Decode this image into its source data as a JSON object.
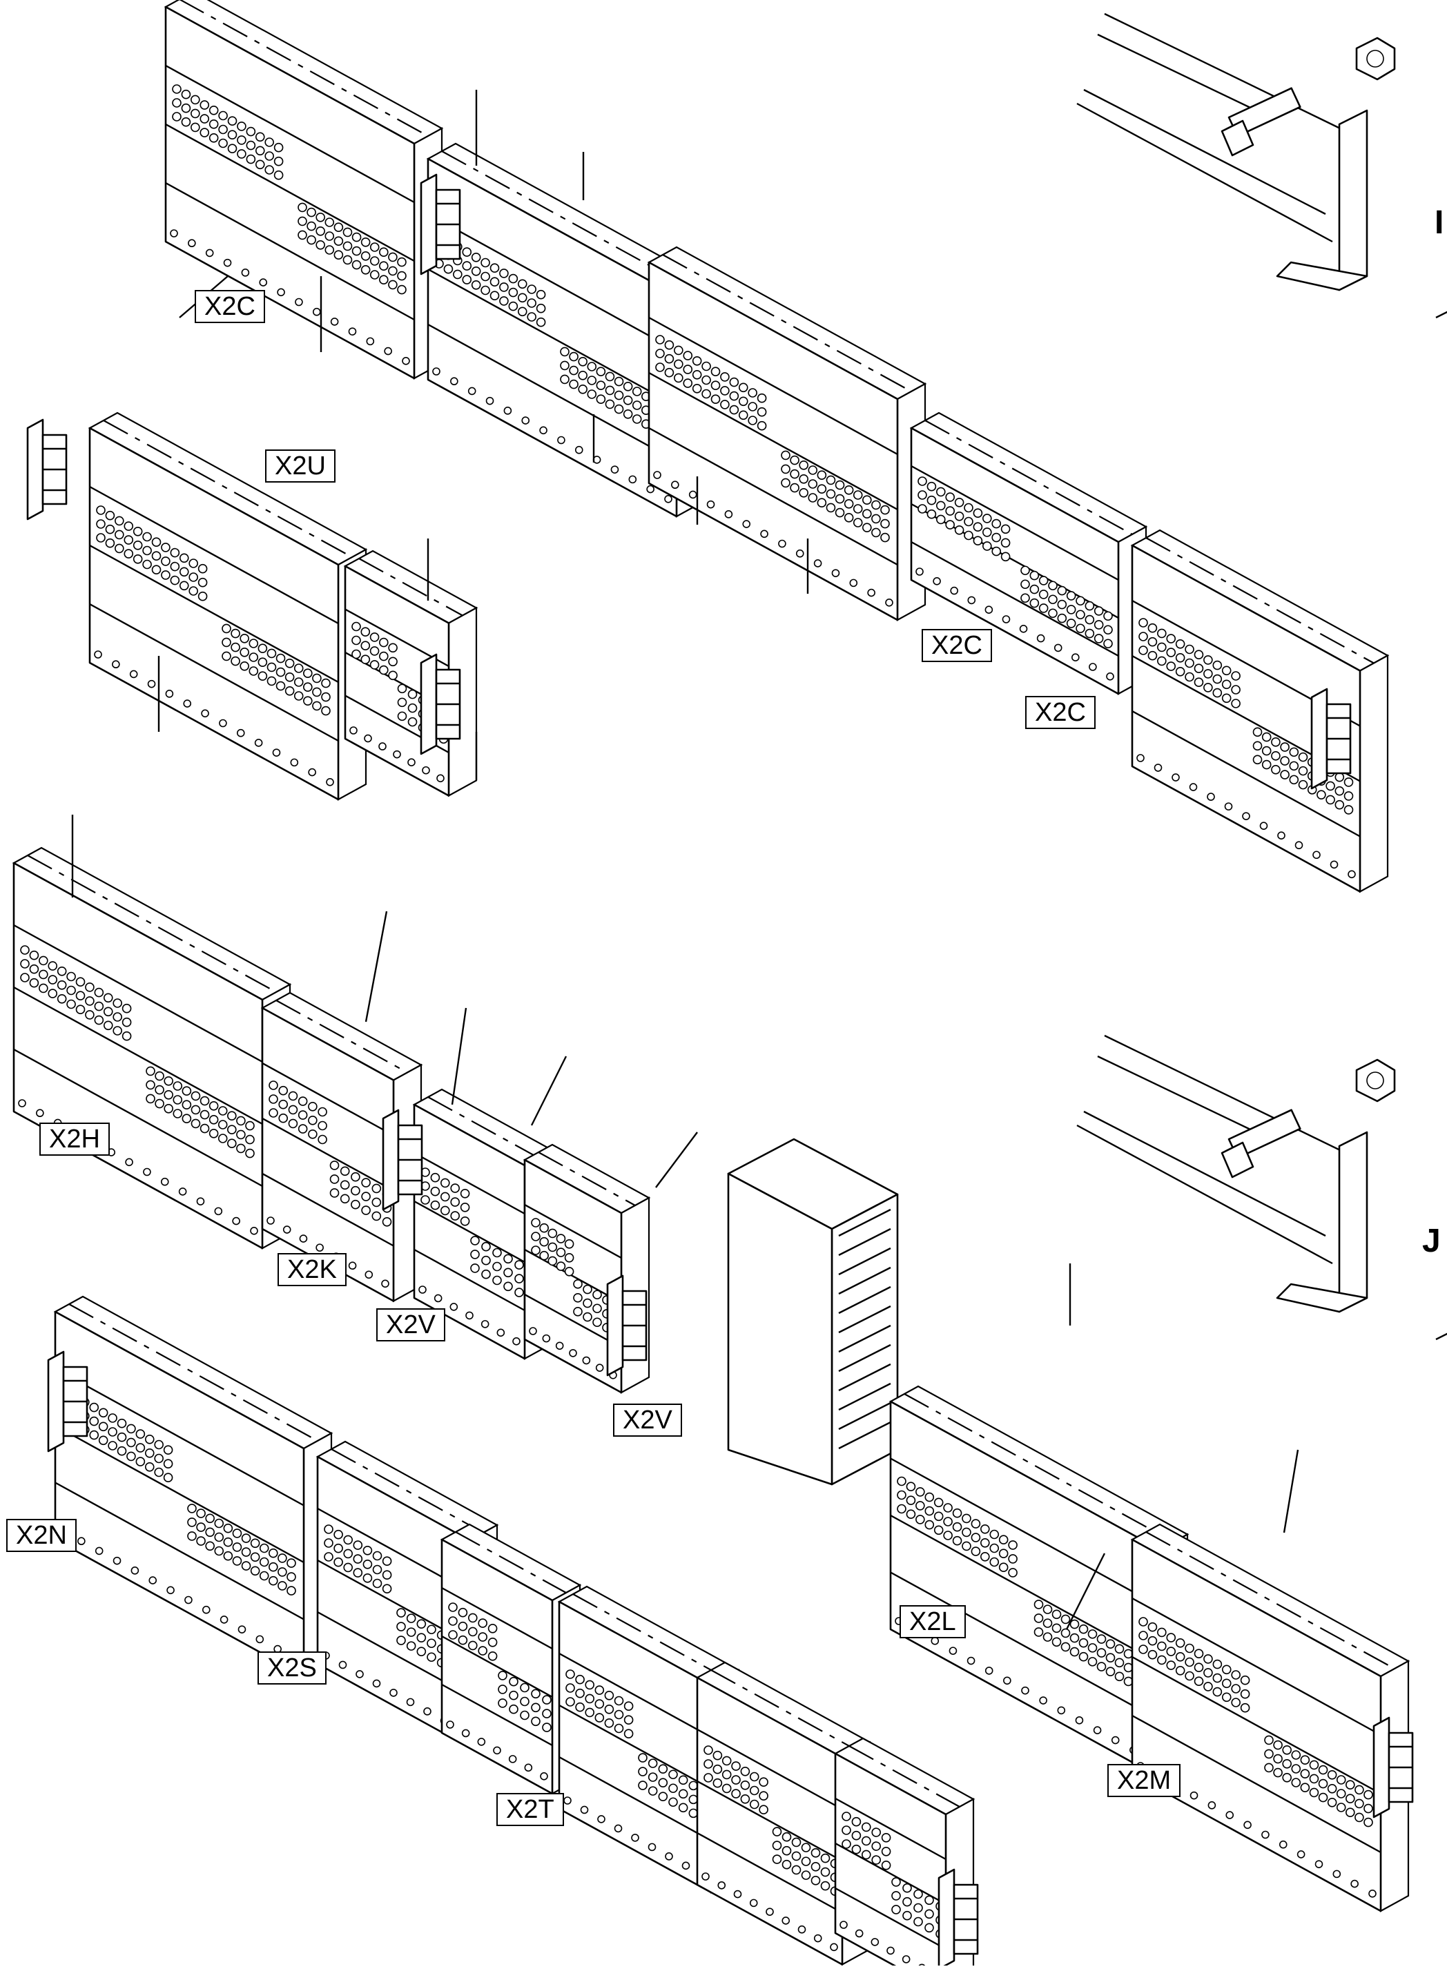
{
  "labels": {
    "x2c_top": "X2C",
    "x2u": "X2U",
    "x2c_mid": "X2C",
    "x2c_right": "X2C",
    "x2h": "X2H",
    "x2k": "X2K",
    "x2v_a": "X2V",
    "x2v_b": "X2V",
    "x2n": "X2N",
    "x2s": "X2S",
    "x2t": "X2T",
    "x2l": "X2L",
    "x2m": "X2M"
  },
  "side_markers": {
    "i": "I",
    "j": "J"
  }
}
